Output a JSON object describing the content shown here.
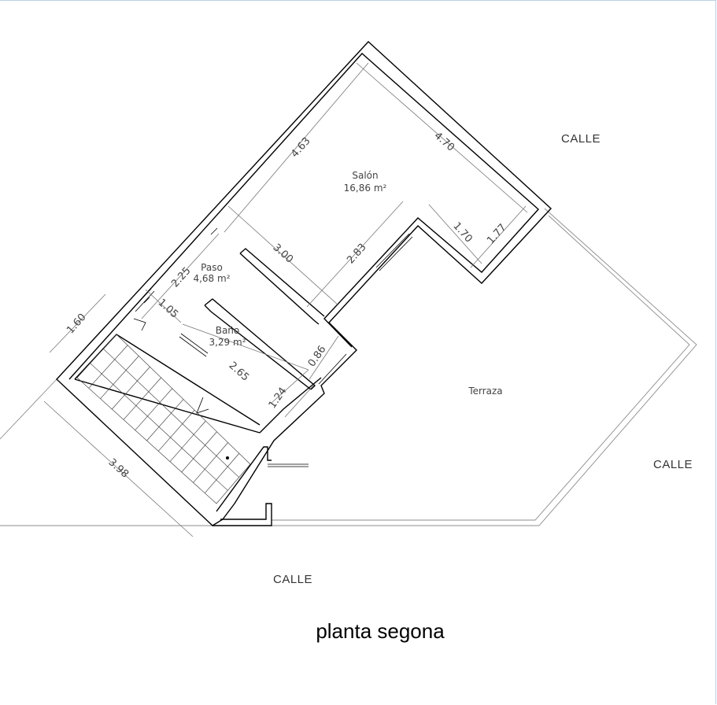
{
  "title": "planta segona",
  "streets": [
    "CALLE",
    "CALLE",
    "CALLE"
  ],
  "rooms": [
    {
      "name": "Salón",
      "area": "16,86 m²"
    },
    {
      "name": "Paso",
      "area": "4,68 m²"
    },
    {
      "name": "Baño",
      "area": "3,29 m²"
    },
    {
      "name": "Terraza",
      "area": ""
    }
  ],
  "dimensions": [
    "4.63",
    "4.70",
    "1.70",
    "1.77",
    "3.00",
    "2.83",
    "2.25",
    "1.05",
    "1.60",
    "2.65",
    "0.86",
    "1.24",
    "3.98"
  ]
}
